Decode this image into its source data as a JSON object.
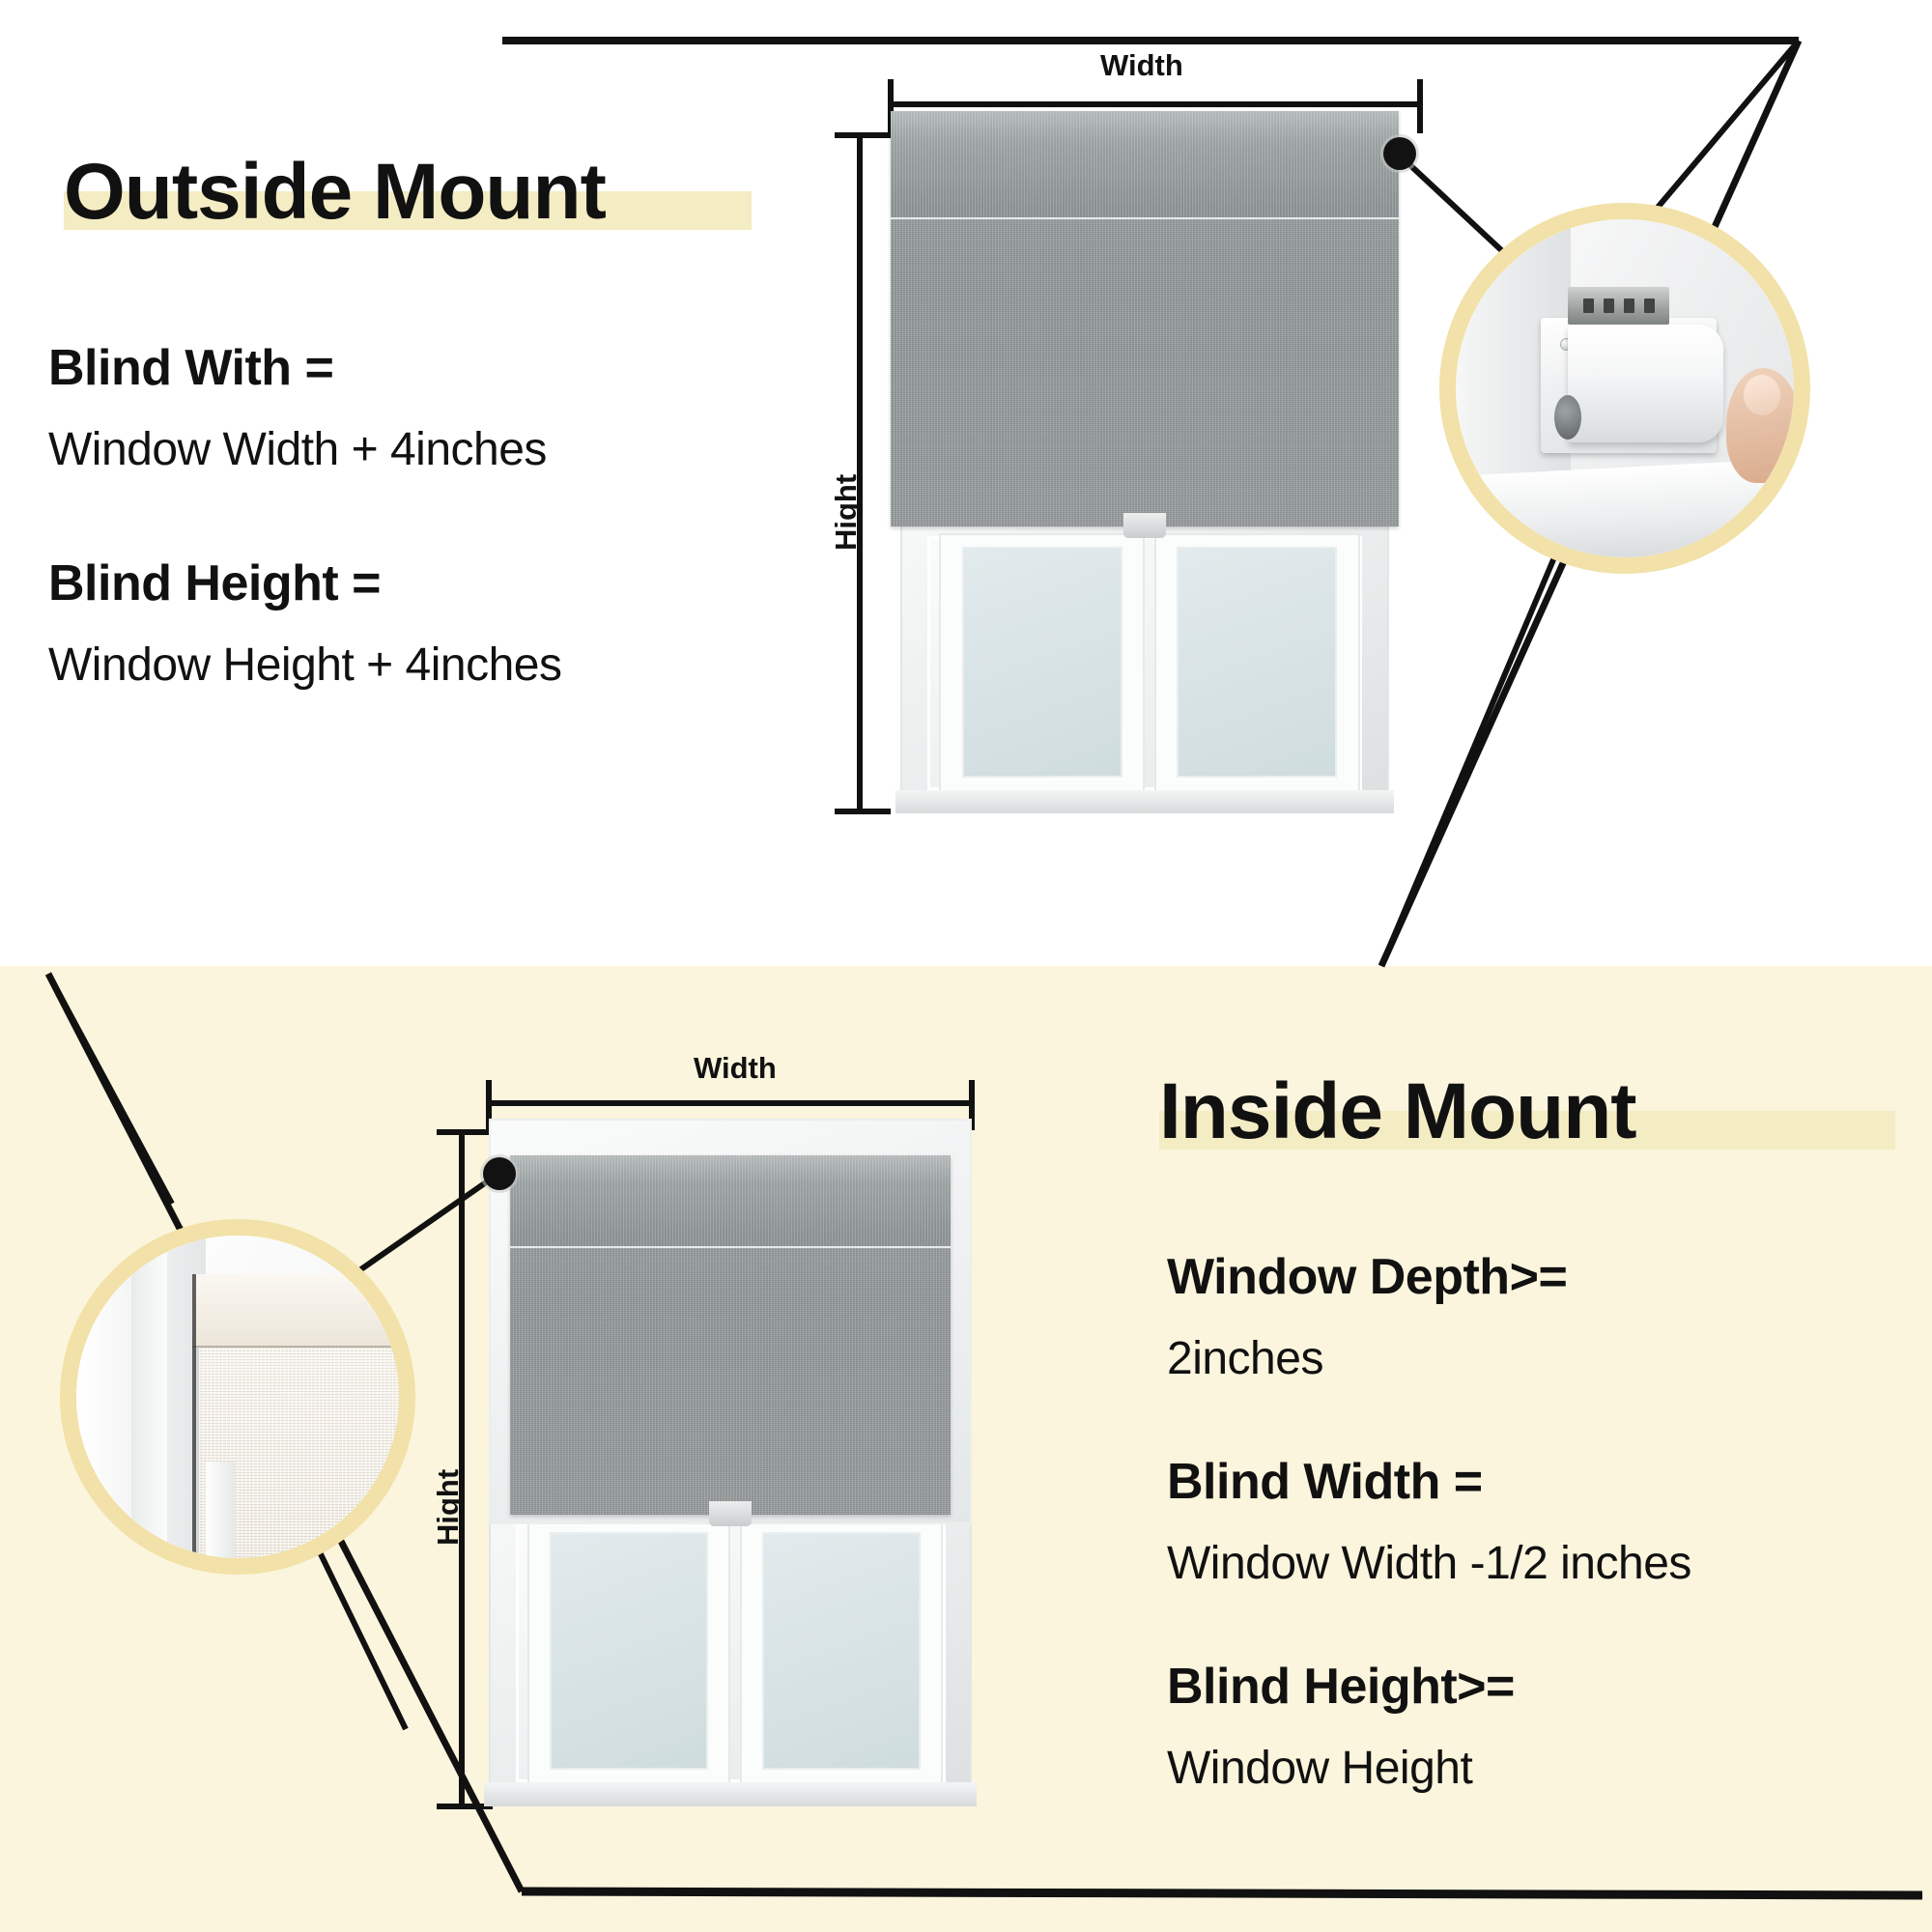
{
  "diagram": {
    "title_note": "Blind measuring guide",
    "accent_band_color": "#f4ecc3",
    "bottom_panel_color": "#fbf5dd",
    "ring_color": "#f2e1a8",
    "line_color": "#111111"
  },
  "outside_mount": {
    "heading": "Outside Mount",
    "specs": [
      {
        "label": "Blind With =",
        "value": "Window Width + 4inches"
      },
      {
        "label": "Blind Height =",
        "value": "Window Height + 4inches"
      }
    ],
    "dimensions": {
      "width_label": "Width",
      "height_label": "Hight"
    },
    "inset_name": "bracket-installation-detail"
  },
  "inside_mount": {
    "heading": "Inside Mount",
    "specs": [
      {
        "label": "Window Depth>=",
        "value": "2inches"
      },
      {
        "label": "Blind Width =",
        "value": "Window Width -1/2 inches"
      },
      {
        "label": "Blind Height>=",
        "value": "Window Height"
      }
    ],
    "dimensions": {
      "width_label": "Width",
      "height_label": "Hight"
    },
    "inset_name": "window-frame-corner-detail"
  }
}
